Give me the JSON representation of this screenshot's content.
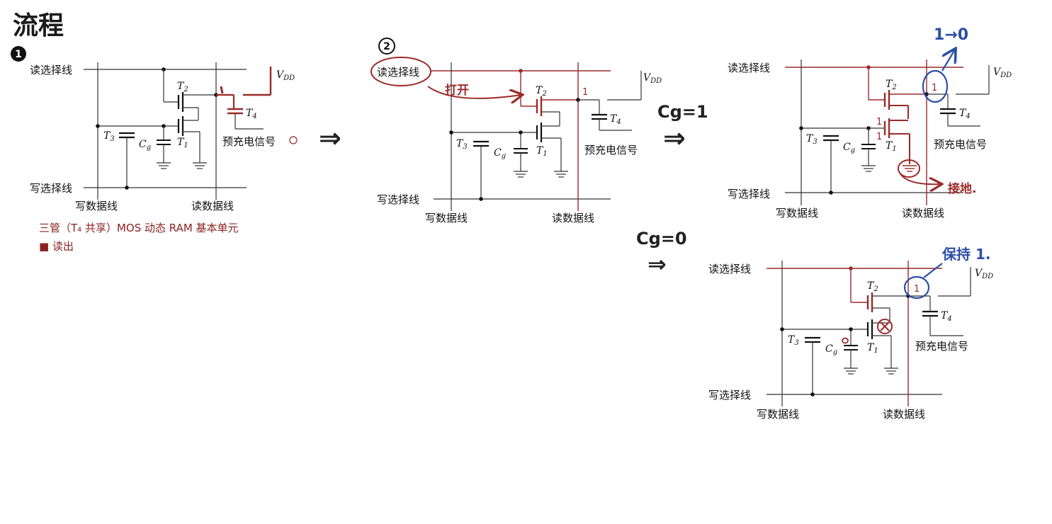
{
  "title": "流程",
  "steps": [
    "1",
    "2"
  ],
  "arrows": [
    "⇒",
    "⇒",
    "⇒"
  ],
  "conditions": {
    "cg1": "Cg=1",
    "cg0": "Cg=0"
  },
  "labels": {
    "read_select": "读选择线",
    "write_select": "写选择线",
    "write_data": "写数据线",
    "read_data": "读数据线",
    "precharge": "预充电信号",
    "vdd": "V",
    "vdd_sub": "DD",
    "t1": "T",
    "t1_sub": "1",
    "t2": "T",
    "t2_sub": "2",
    "t3": "T",
    "t3_sub": "3",
    "t4": "T",
    "t4_sub": "4",
    "cg": "C",
    "cg_sub": "g",
    "one": "1"
  },
  "caption": {
    "line1": "三管（T₄ 共享）MOS 动态 RAM 基本单元",
    "line2": "■  读出"
  },
  "annotations": {
    "open": "打开",
    "ground": "接地.",
    "one_to_zero": "1→0",
    "hold_one": "保持 1.",
    "circled_one": "1"
  },
  "colors": {
    "ink": "#222222",
    "red_ink": "#9b2a2a",
    "blue_ink": "#2b4fa8",
    "caption": "#8a2222"
  }
}
